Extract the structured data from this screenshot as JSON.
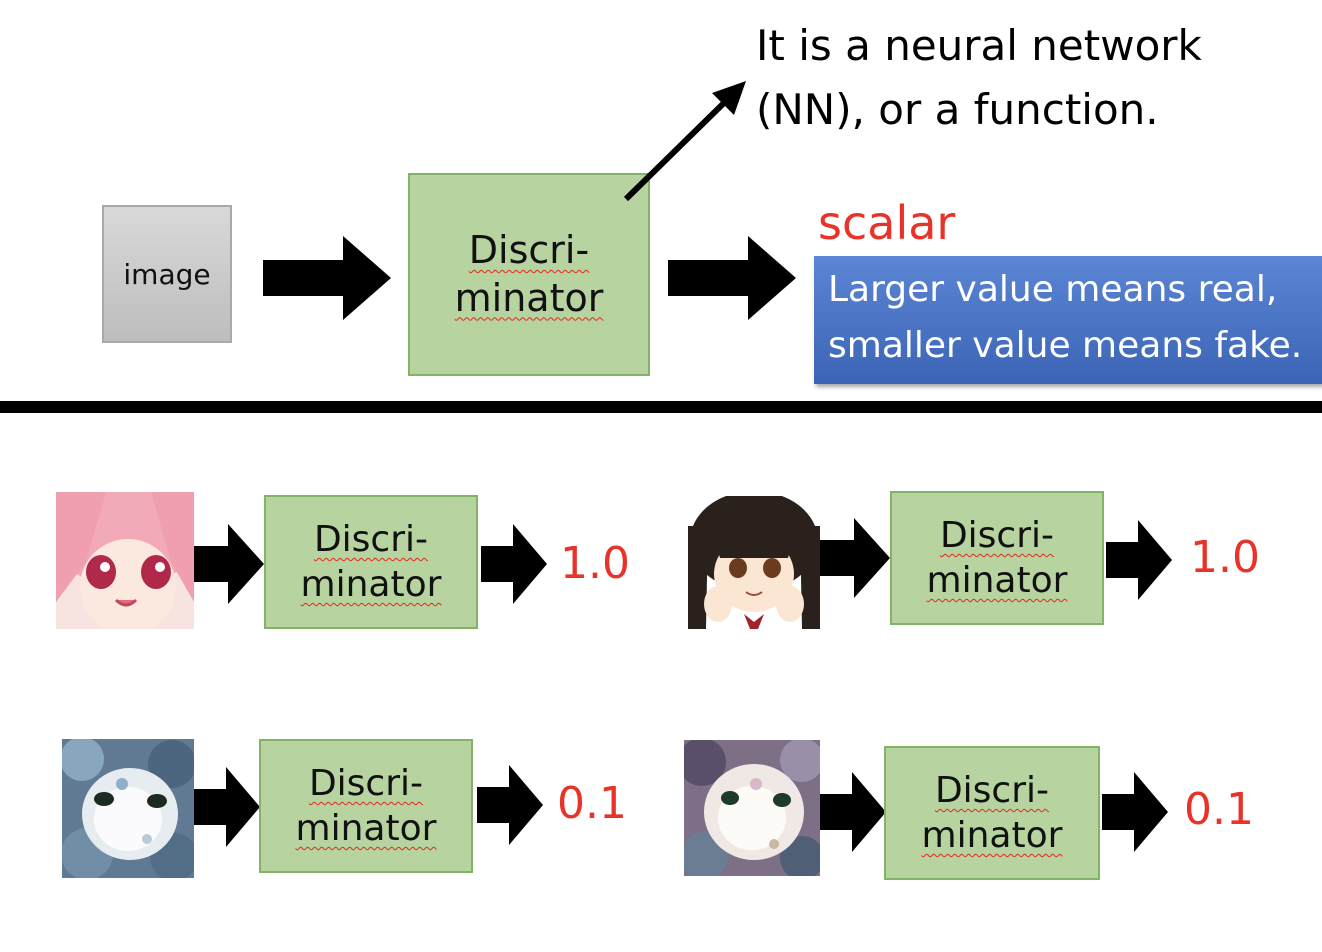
{
  "top": {
    "input_label": "image",
    "discriminator": [
      "Discri-",
      "minator"
    ],
    "note_lines": [
      "It is a neural network",
      "(NN), or a function."
    ],
    "output_label": "scalar",
    "explanation_lines": [
      "Larger value means real,",
      "smaller value means fake."
    ]
  },
  "examples": [
    {
      "discriminator": [
        "Discri-",
        "minator"
      ],
      "score": "1.0"
    },
    {
      "discriminator": [
        "Discri-",
        "minator"
      ],
      "score": "1.0"
    },
    {
      "discriminator": [
        "Discri-",
        "minator"
      ],
      "score": "0.1"
    },
    {
      "discriminator": [
        "Discri-",
        "minator"
      ],
      "score": "0.1"
    }
  ],
  "colors": {
    "discriminator_fill": "#b7d3a0",
    "score_text": "#e8332a",
    "explanation_box": "#4472c4"
  }
}
